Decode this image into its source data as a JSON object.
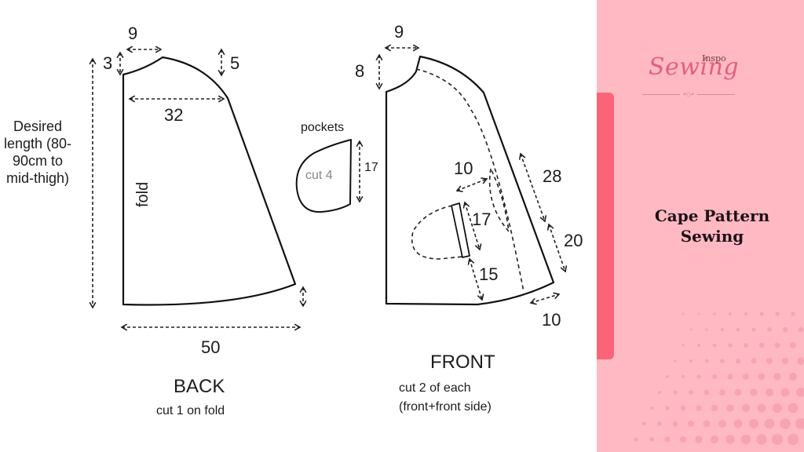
{
  "diagram": {
    "back_piece": {
      "dims": {
        "neck_width": "9",
        "neck_depth": "3",
        "shoulder_drop": "5",
        "chest_width": "32",
        "hem_width": "50"
      },
      "desired_length_label": "Desired length (80-90cm to mid-thigh)",
      "fold_label": "fold",
      "title": "BACK",
      "subtitle": "cut 1 on fold"
    },
    "pocket_piece": {
      "label": "pockets",
      "cut_label": "cut 4",
      "height": "17"
    },
    "front_piece": {
      "dims": {
        "neck_width": "9",
        "neck_depth": "8",
        "pocket_offset": "10",
        "pocket_opening": "17",
        "pocket_bottom": "15",
        "upper_side": "28",
        "lower_side": "20",
        "hem_side": "10"
      },
      "title": "FRONT",
      "subtitle_line1": "cut 2 of each",
      "subtitle_line2": "(front+front side)"
    }
  },
  "side_panel": {
    "logo": {
      "script_text": "Sewing",
      "small_text": "Inspo",
      "ornament": "•◇•"
    },
    "title_line1": "Cape Pattern",
    "title_line2": "Sewing",
    "colors": {
      "panel_bg": "#ffb9c3",
      "accent_bar": "#fb6478",
      "logo_pink": "#e2607c"
    }
  }
}
